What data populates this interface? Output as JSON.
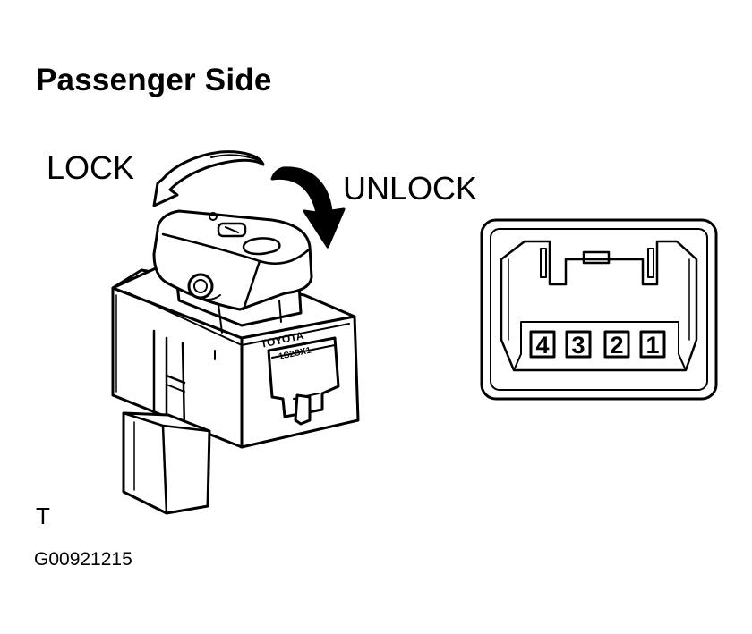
{
  "title": "Passenger Side",
  "labels": {
    "lock": "LOCK",
    "unlock": "UNLOCK"
  },
  "switch": {
    "embossed_brand": "TOYOTA",
    "embossed_code": "1S2SX1"
  },
  "connector": {
    "pins": [
      "4",
      "3",
      "2",
      "1"
    ]
  },
  "footer": {
    "mark": "T",
    "ref_code": "G00921215"
  },
  "colors": {
    "ink": "#000000",
    "paper": "#ffffff"
  }
}
